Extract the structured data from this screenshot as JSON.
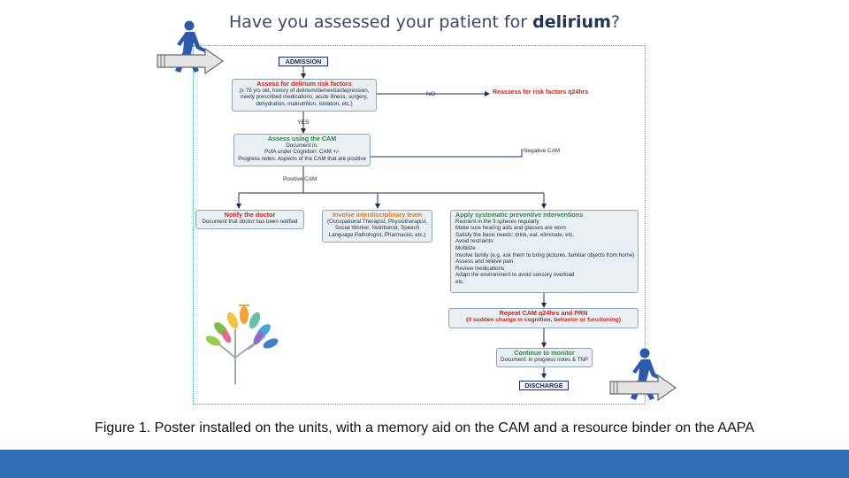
{
  "title": {
    "pre": "Have you assessed your patient for ",
    "bold": "delirium",
    "post": "?"
  },
  "flow": {
    "admission": "ADMISSION",
    "assess_risk": {
      "heading": "Assess for delirium risk factors",
      "body": "(≥ 75 yrs old, history of delirium/dementia/depression, newly prescribed medications, acute illness, surgery, dehydration, malnutrition, isolation, etc.)"
    },
    "no": "NO",
    "reassess": "Reassess for risk factors q24hrs",
    "yes": "YES",
    "assess_cam": {
      "heading": "Assess using the CAM",
      "line1": "Document in:",
      "line2": "PofA under Cognition: CAM +/-",
      "line3": "Progress notes: Aspects of the CAM that are positive"
    },
    "negative_cam": "Negative CAM",
    "positive_cam": "Positive CAM",
    "notify": {
      "heading": "Notify the doctor",
      "body": "Document that doctor has been notified"
    },
    "team": {
      "heading": "Involve interdisciplinary team",
      "body": "(Occupational Therapist, Physiotherapist, Social Worker, Nutritionist, Speech Language Pathologist, Pharmacist, etc.)"
    },
    "preventive": {
      "heading": "Apply systematic preventive interventions",
      "items": [
        "Reorient in the 3 spheres regularly",
        "Make sure hearing aids and glasses are worn",
        "Satisfy the basic needs: drink, eat, eliminate, etc.",
        "Avoid restraints",
        "Mobilize",
        "Involve family (e.g. ask them to bring pictures, familiar objects from home)",
        "Assess and relieve pain",
        "Review medications",
        "Adapt the environment to avoid sensory overload",
        "etc."
      ]
    },
    "repeat": {
      "heading": "Repeat CAM q24hrs and PRN",
      "body": "(if sudden change in cognition, behavior or functioning)"
    },
    "monitor": {
      "heading": "Continue to monitor",
      "body": "Document: in progress notes & TNP"
    },
    "discharge": "DISCHARGE"
  },
  "caption": "Figure 1. Poster installed on the units, with a memory aid on the CAM and a resource binder on the AAPA",
  "colors": {
    "accent_blue": "#2e6fb5",
    "frame": "#3aa0d8",
    "heading_red": "#c2271f",
    "heading_green": "#2f8a4c",
    "heading_orange": "#e07a18",
    "navy": "#1d2d5a"
  },
  "icons": [
    "walking-person-icon",
    "arrow-right-icon",
    "tree-logo-icon"
  ]
}
